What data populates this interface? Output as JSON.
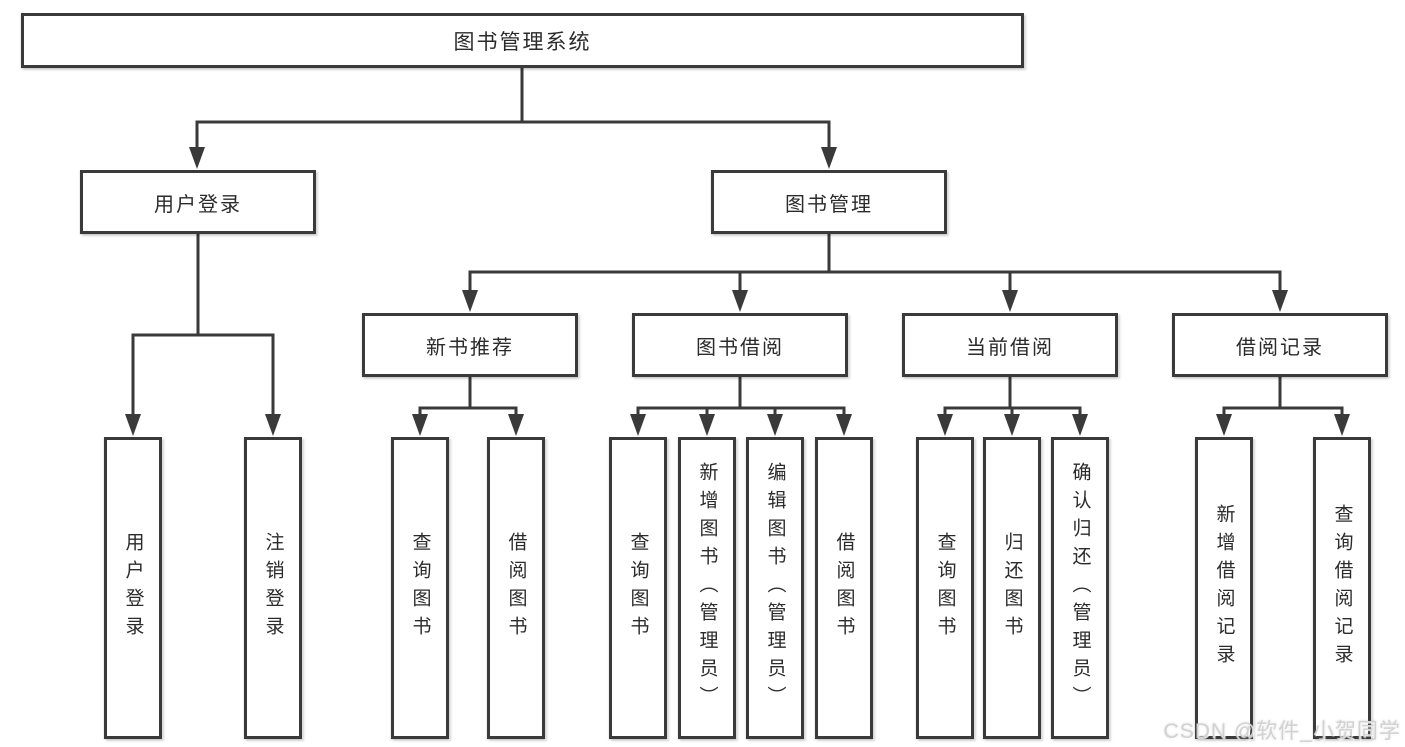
{
  "tree": {
    "label": "图书管理系统",
    "children": [
      {
        "label": "用户登录",
        "children": [
          {
            "label": "用户登录"
          },
          {
            "label": "注销登录"
          }
        ]
      },
      {
        "label": "图书管理",
        "children": [
          {
            "label": "新书推荐",
            "children": [
              {
                "label": "查询图书"
              },
              {
                "label": "借阅图书"
              }
            ]
          },
          {
            "label": "图书借阅",
            "children": [
              {
                "label": "查询图书"
              },
              {
                "label": "新增图书（管理员）"
              },
              {
                "label": "编辑图书（管理员）"
              },
              {
                "label": "借阅图书"
              }
            ]
          },
          {
            "label": "当前借阅",
            "children": [
              {
                "label": "查询图书"
              },
              {
                "label": "归还图书"
              },
              {
                "label": "确认归还（管理员）"
              }
            ]
          },
          {
            "label": "借阅记录",
            "children": [
              {
                "label": "新增借阅记录"
              },
              {
                "label": "查询借阅记录"
              }
            ]
          }
        ]
      }
    ]
  },
  "watermark": {
    "text": "CSDN @软件_小贺同学"
  },
  "colors": {
    "line": "#3a3a3a",
    "box_border": "#3a3a3a",
    "text": "#2b2b2b",
    "background": "#ffffff",
    "watermark": "#d2d2d2"
  }
}
